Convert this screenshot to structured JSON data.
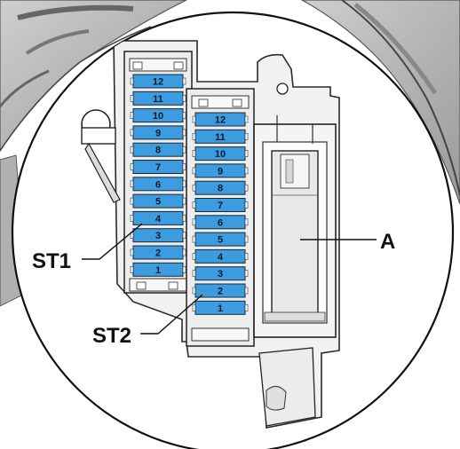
{
  "diagram": {
    "callouts": {
      "st1": "ST1",
      "st2": "ST2",
      "a": "A"
    },
    "st1_fuses": [
      "12",
      "11",
      "10",
      "9",
      "8",
      "7",
      "6",
      "5",
      "4",
      "3",
      "2",
      "1"
    ],
    "st2_fuses": [
      "12",
      "11",
      "10",
      "9",
      "8",
      "7",
      "6",
      "5",
      "4",
      "3",
      "2",
      "1"
    ],
    "colors": {
      "fuse": "#3d9be0",
      "housing": "#eeeeee",
      "outline": "#333333"
    }
  }
}
